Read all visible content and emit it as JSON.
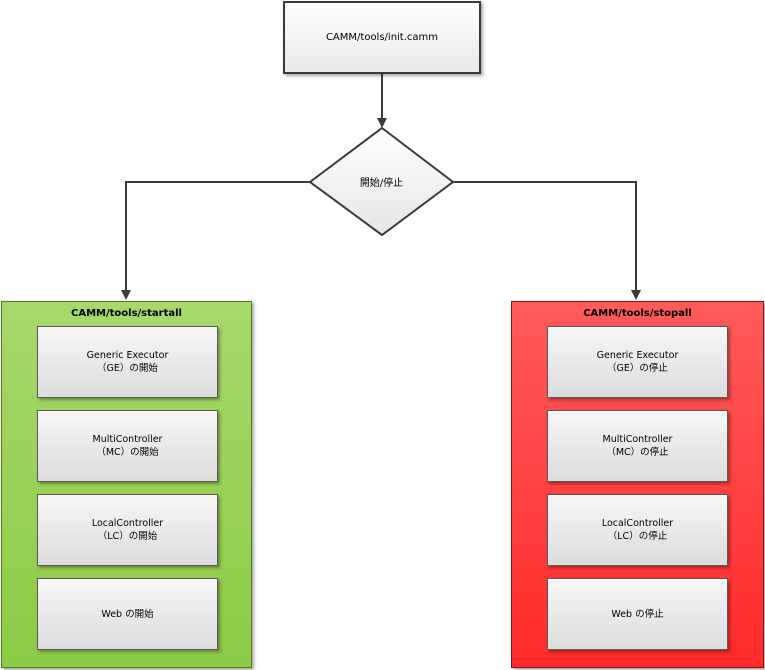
{
  "init": {
    "label": "CAMM/tools/init.camm"
  },
  "decision": {
    "label": "開始/停止"
  },
  "start_group": {
    "title": "CAMM/tools/startall",
    "steps": [
      {
        "line1": "Generic Executor",
        "line2": "（GE）の開始"
      },
      {
        "line1": "MultiController",
        "line2": "（MC）の開始"
      },
      {
        "line1": "LocalController",
        "line2": "（LC）の開始"
      },
      {
        "line1": "Web の開始",
        "line2": ""
      }
    ]
  },
  "stop_group": {
    "title": "CAMM/tools/stopall",
    "steps": [
      {
        "line1": "Generic Executor",
        "line2": "（GE）の停止"
      },
      {
        "line1": "MultiController",
        "line2": "（MC）の停止"
      },
      {
        "line1": "LocalController",
        "line2": "（LC）の停止"
      },
      {
        "line1": "Web の停止",
        "line2": ""
      }
    ]
  },
  "colors": {
    "start_fill": "#8ccb45",
    "stop_fill": "#ff2a2a",
    "line": "#3a3a3a"
  }
}
